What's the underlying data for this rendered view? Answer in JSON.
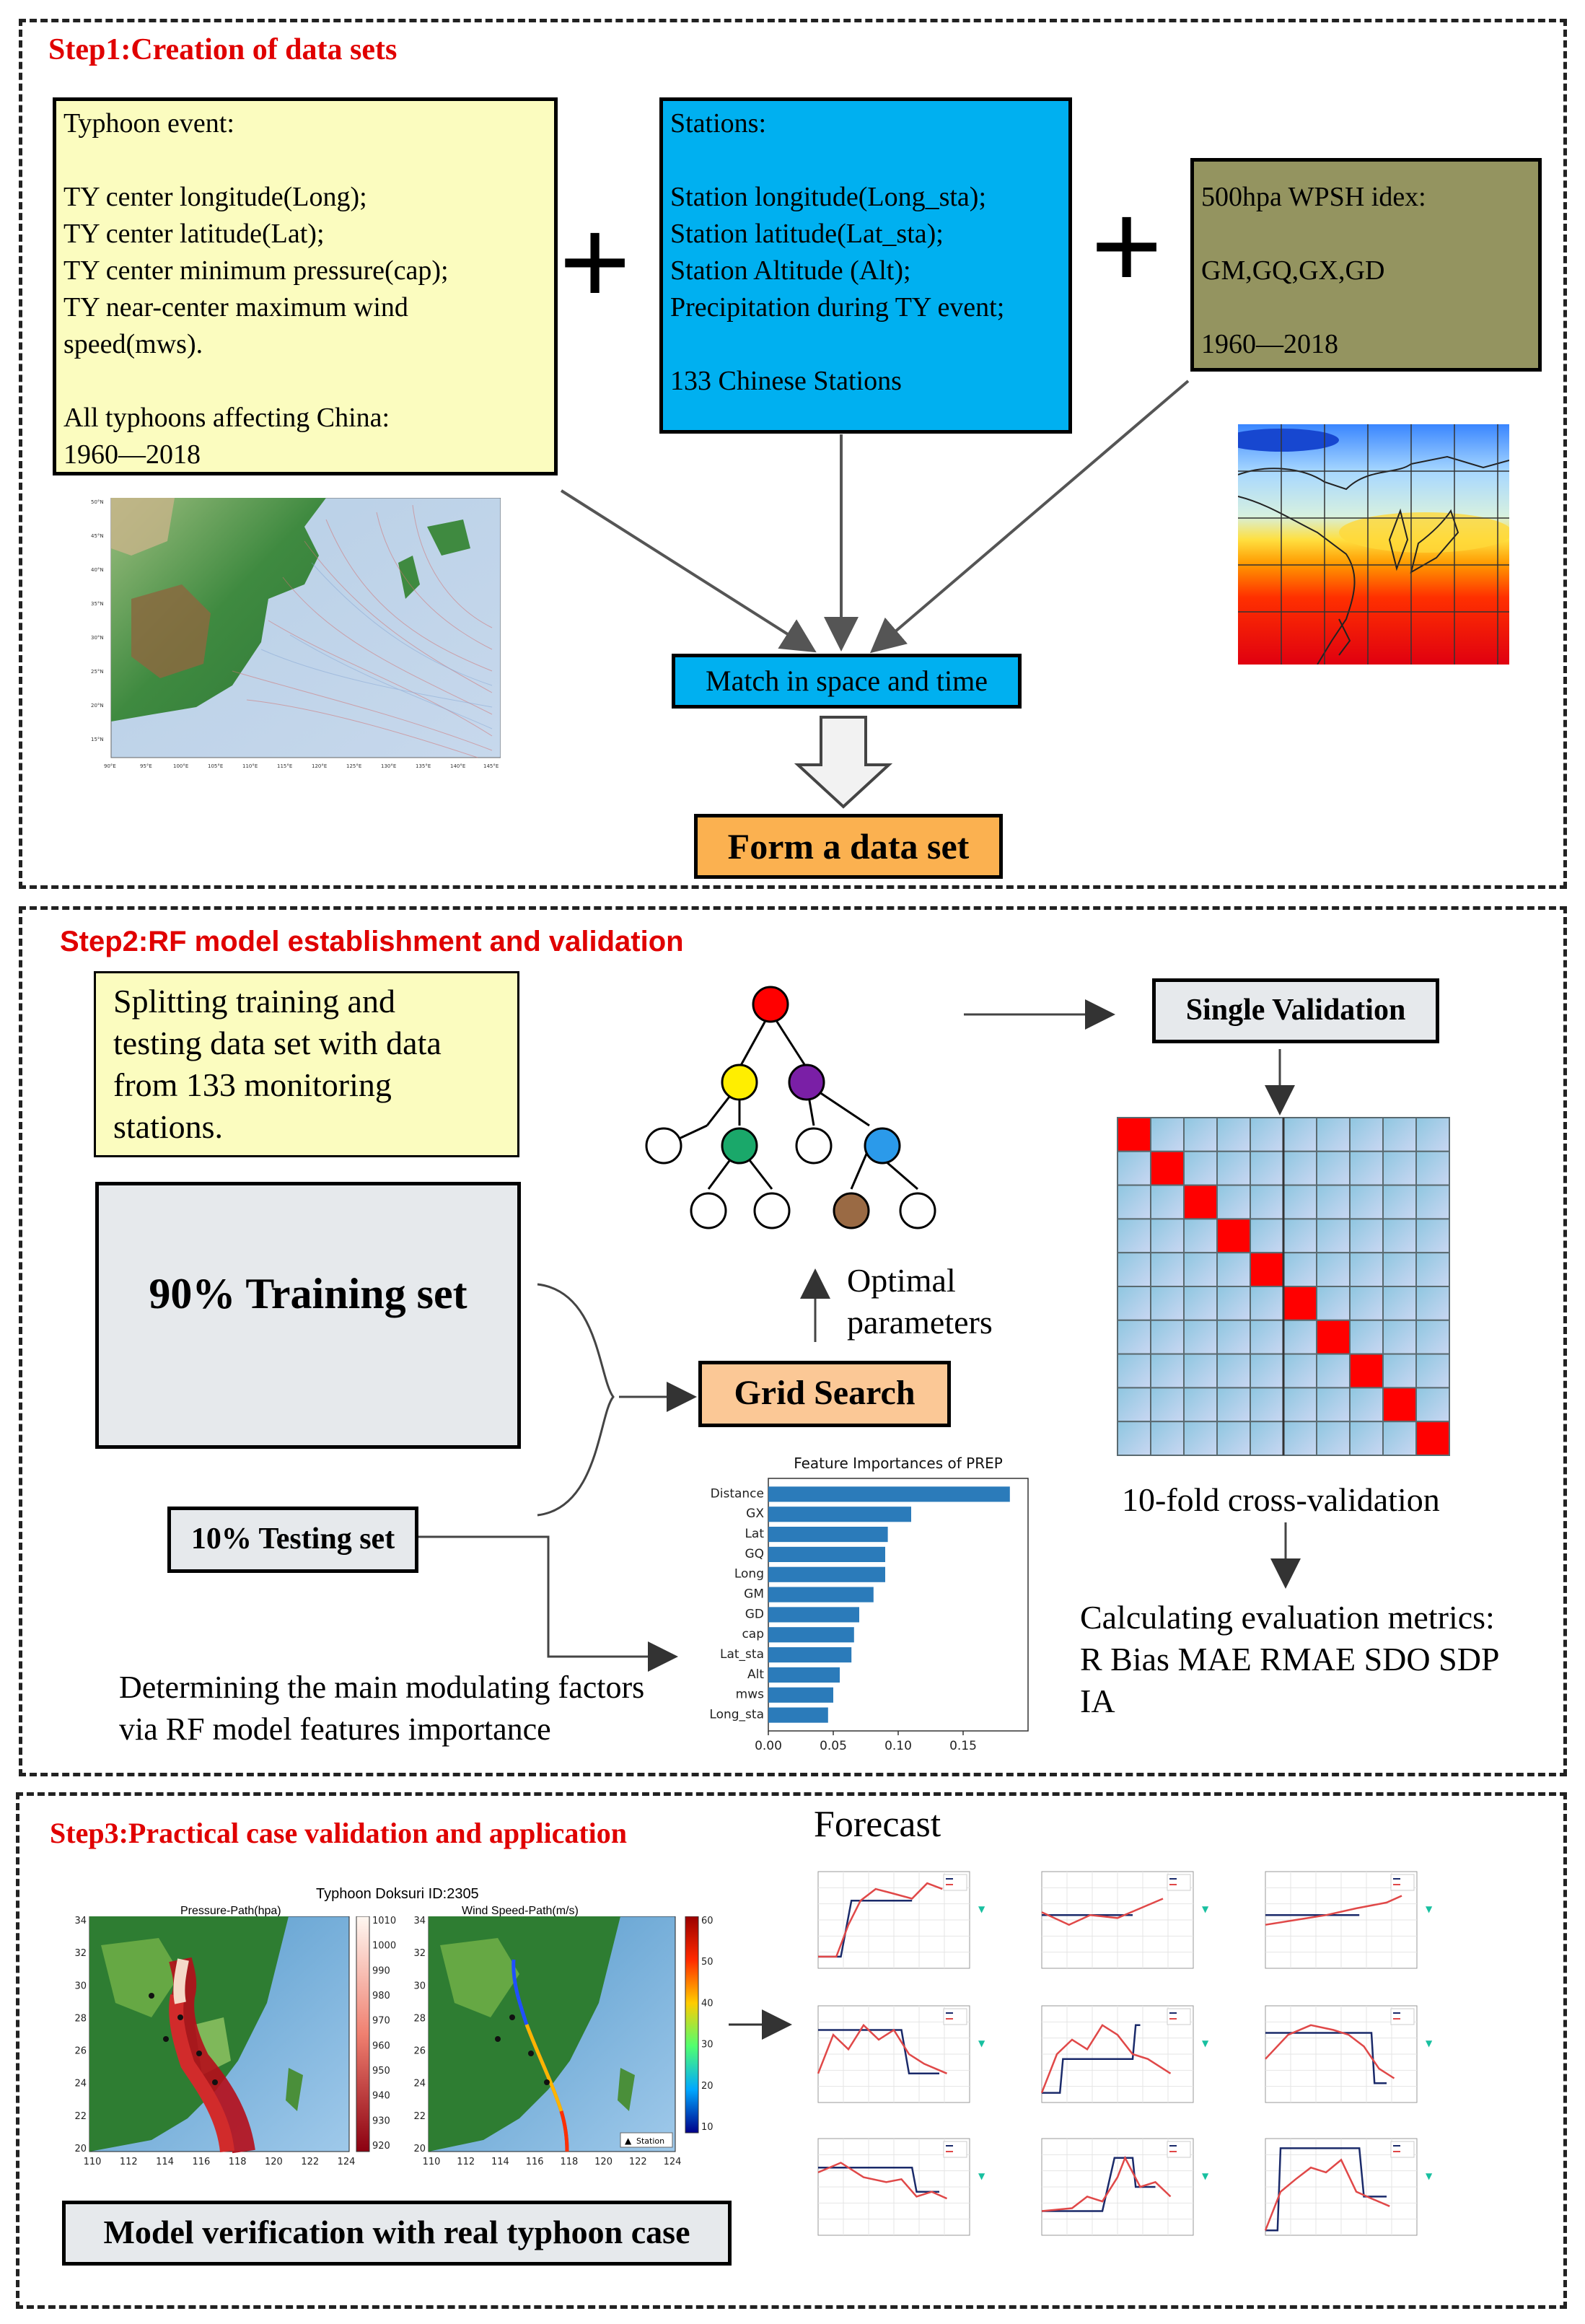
{
  "step1": {
    "title": "Step1:Creation of data sets",
    "typhoon_box": {
      "lines": [
        "Typhoon event:",
        "",
        "TY center longitude(Long);",
        "TY center latitude(Lat);",
        "TY center minimum pressure(cap);",
        "TY near-center maximum wind",
        "speed(mws).",
        "",
        "All typhoons affecting China:",
        "1960—2018"
      ]
    },
    "stations_box": {
      "lines": [
        "Stations:",
        "",
        "Station longitude(Long_sta);",
        "Station latitude(Lat_sta);",
        "Station Altitude (Alt);",
        "Precipitation during TY event;",
        "",
        "133 Chinese Stations"
      ]
    },
    "wpsh_box": {
      "lines": [
        "500hpa WPSH idex:",
        "",
        "GM,GQ,GX,GD",
        "",
        "1960—2018"
      ]
    },
    "plus": "+",
    "match_label": "Match in space and time",
    "form_label": "Form a data set"
  },
  "step2": {
    "title": "Step2:RF model establishment and validation",
    "split_box": {
      "lines": [
        "Splitting training and",
        "testing data set with data",
        "from 133 monitoring",
        "stations."
      ]
    },
    "training_label": "90% Training set",
    "testing_label": "10% Testing set",
    "grid_search_label": "Grid Search",
    "optimal_lines": [
      "Optimal",
      "parameters"
    ],
    "single_validation_label": "Single Validation",
    "cv_label": "10-fold cross-validation",
    "metrics_lines": [
      "Calculating evaluation metrics:",
      "R Bias MAE RMAE SDO SDP",
      "IA"
    ],
    "factors_lines": [
      "Determining the main modulating factors",
      "via RF model features importance"
    ]
  },
  "step3": {
    "title": "Step3:Practical case validation and application",
    "forecast_label": "Forecast",
    "case_title": "Typhoon Doksuri ID:2305",
    "pressure_title": "Pressure-Path(hpa)",
    "wind_title": "Wind Speed-Path(m/s)",
    "station_legend": "Station",
    "verification_label": "Model verification with real typhoon case",
    "pressure_ticks": [
      "1010",
      "1000",
      "990",
      "980",
      "970",
      "960",
      "950",
      "940",
      "930",
      "920"
    ],
    "wind_ticks": [
      "60",
      "50",
      "40",
      "30",
      "20",
      "10"
    ],
    "lat_ticks": [
      "34",
      "32",
      "30",
      "28",
      "26",
      "24",
      "22",
      "20"
    ],
    "lon_ticks": [
      "110",
      "112",
      "114",
      "116",
      "118",
      "120",
      "122",
      "124"
    ]
  },
  "chart_data": {
    "type": "bar",
    "title": "Feature Importances of PREP",
    "categories": [
      "Distance",
      "GX",
      "Lat",
      "GQ",
      "Long",
      "GM",
      "GD",
      "cap",
      "Lat_sta",
      "Alt",
      "mws",
      "Long_sta"
    ],
    "values": [
      0.186,
      0.11,
      0.092,
      0.09,
      0.09,
      0.081,
      0.07,
      0.066,
      0.064,
      0.055,
      0.05,
      0.046
    ],
    "xticks": [
      "0.00",
      "0.05",
      "0.10",
      "0.15"
    ],
    "xlim": [
      0,
      0.2
    ],
    "orientation": "horizontal",
    "color": "#2b7bba"
  },
  "colors": {
    "step_title": "#e00000",
    "stations_blue": "#00b0f0",
    "yellow": "#fbfcbf",
    "olive": "#949460",
    "orange_box": "#fbc896",
    "bar": "#2b7bba"
  }
}
